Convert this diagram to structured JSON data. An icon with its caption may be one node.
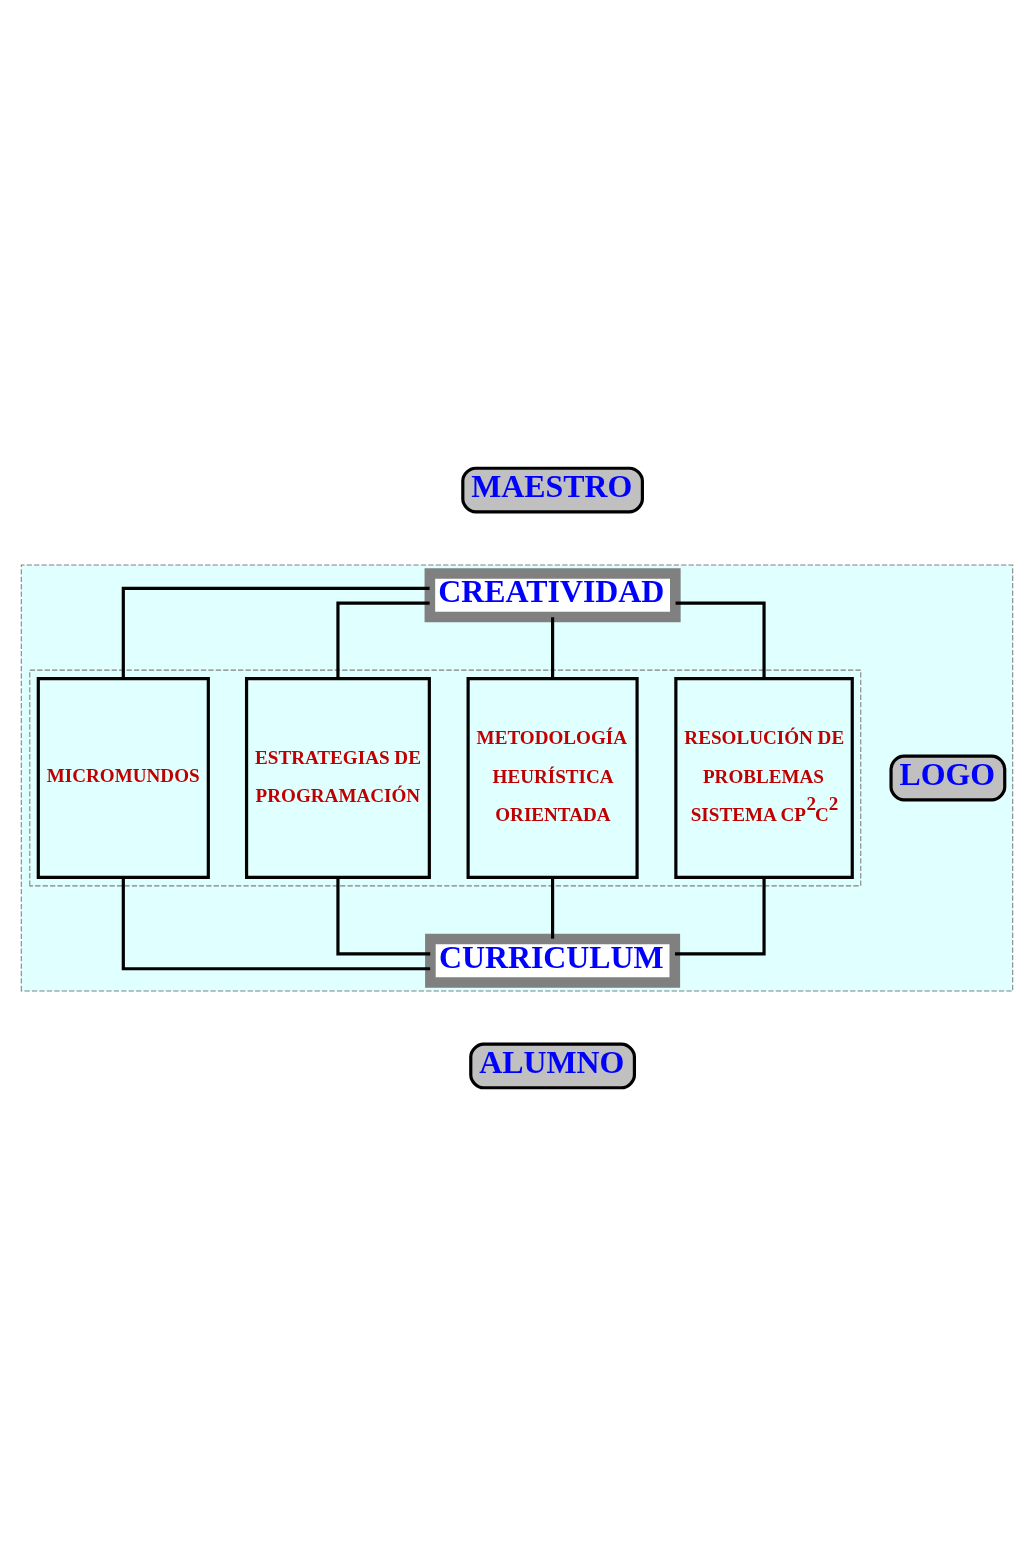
{
  "diagram": {
    "nodes": [
      {
        "text": [],
        "shape": "box"
      },
      {
        "text": [
          "MAESTRO"
        ]
      },
      {
        "text": [
          "CREATIVIDAD"
        ],
        "in": 0
      },
      {
        "text": [],
        "shape": "box",
        "in": 0
      },
      {
        "text": [
          "RESOLUCIÓN DE PROBLEMAS SISTEMA CP$^{2}$C$^{2}$"
        ],
        "in": 3
      },
      {
        "text": [
          "METODOLOGÍA HEURÍSTICA ORIENTADA"
        ],
        "in": 3
      },
      {
        "text": [
          "ESTRATEGIAS DE PROGRAMACIÓN"
        ],
        "in": 3
      },
      {
        "text": [
          "MICROMUNDOS"
        ],
        "in": 3
      },
      {
        "text": [
          "LOGO"
        ],
        "in": 0
      },
      {
        "text": [
          "CURRICULUM"
        ],
        "in": 0
      },
      {
        "text": [
          "ALUMNO"
        ]
      }
    ],
    "edges": [
      {
        "from": 2,
        "to": 4,
        "arrow": "none"
      },
      {
        "from": 2,
        "to": 5,
        "arrow": "none"
      },
      {
        "from": 2,
        "to": 6,
        "arrow": "none"
      },
      {
        "from": 2,
        "to": 7,
        "arrow": "none"
      },
      {
        "from": 4,
        "to": 9,
        "arrow": "none"
      },
      {
        "from": 5,
        "to": 9,
        "arrow": "none"
      },
      {
        "from": 6,
        "to": 9,
        "arrow": "none"
      },
      {
        "from": 7,
        "to": 9,
        "arrow": "none"
      }
    ]
  }
}
